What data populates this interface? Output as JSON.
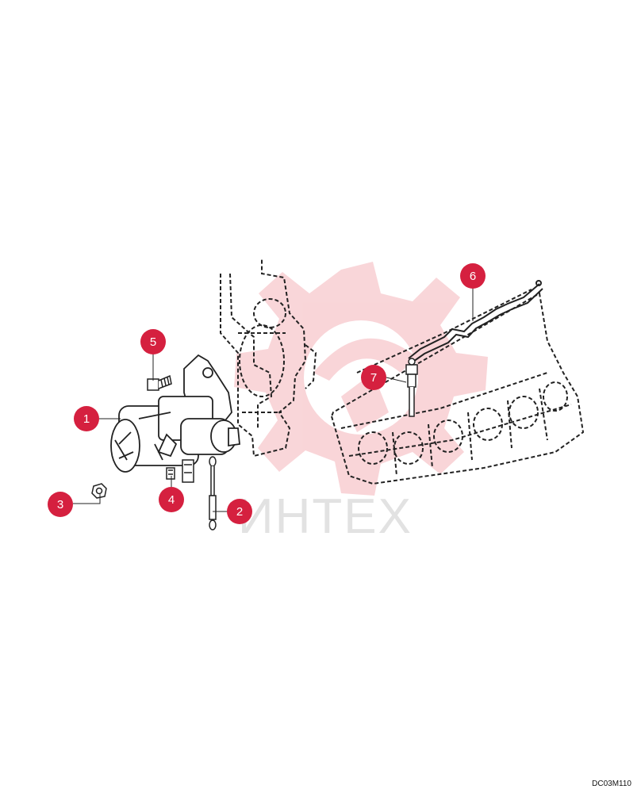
{
  "diagram": {
    "drawing_code": "DC03M110",
    "watermark_text": "ИНТЕХ",
    "callout_color": "#d5203f",
    "watermark_color": "#f4c4c9",
    "callouts": [
      {
        "id": "1",
        "label": "1",
        "part": "starter-motor"
      },
      {
        "id": "2",
        "label": "2",
        "part": "starter-cable"
      },
      {
        "id": "3",
        "label": "3",
        "part": "nut"
      },
      {
        "id": "4",
        "label": "4",
        "part": "wire-connector"
      },
      {
        "id": "5",
        "label": "5",
        "part": "bolt"
      },
      {
        "id": "6",
        "label": "6",
        "part": "glow-plug-connector-plate"
      },
      {
        "id": "7",
        "label": "7",
        "part": "glow-plug"
      }
    ]
  }
}
